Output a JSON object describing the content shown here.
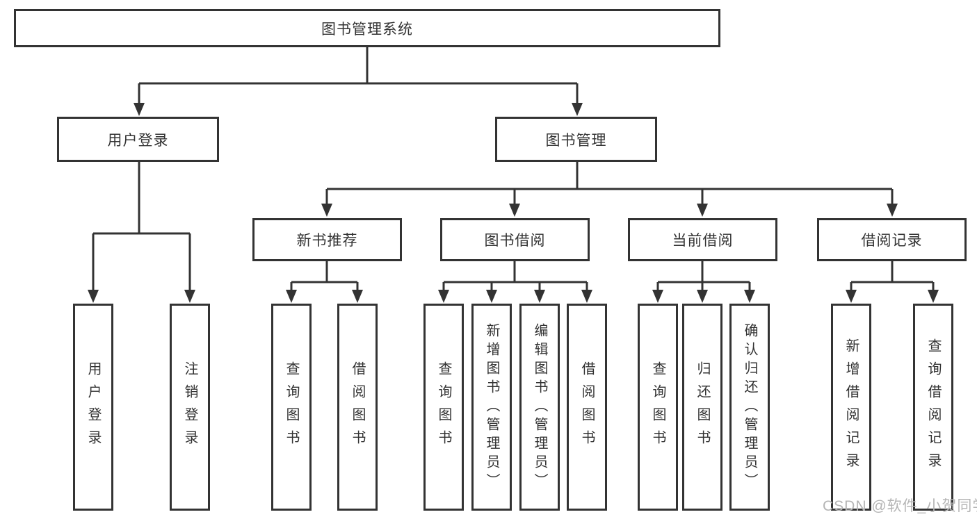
{
  "diagram": {
    "type": "hierarchy-tree",
    "watermark": "CSDN @软件_小贺同学",
    "colors": {
      "line": "#333333",
      "text": "#333333",
      "box_background": "#ffffff",
      "background": "#ffffff",
      "watermark": "#b5b5b5"
    }
  },
  "nodes": {
    "root": {
      "label": "图书管理系统"
    },
    "user_login": {
      "label": "用户登录"
    },
    "book_mgmt": {
      "label": "图书管理"
    },
    "new_book_rec": {
      "label": "新书推荐"
    },
    "book_borrow": {
      "label": "图书借阅"
    },
    "current_borrow": {
      "label": "当前借阅"
    },
    "borrow_records": {
      "label": "借阅记录"
    },
    "leaf_user_login": {
      "label": "用户登录"
    },
    "leaf_logout": {
      "label": "注销登录"
    },
    "query_book_1": {
      "label": "查询图书"
    },
    "borrow_book_1": {
      "label": "借阅图书"
    },
    "query_book_2": {
      "label": "查询图书"
    },
    "add_book": {
      "label": "新增图书（管理员）"
    },
    "edit_book": {
      "label": "编辑图书（管理员）"
    },
    "borrow_book_2": {
      "label": "借阅图书"
    },
    "query_book_3": {
      "label": "查询图书"
    },
    "return_book": {
      "label": "归还图书"
    },
    "confirm_return": {
      "label": "确认归还（管理员）"
    },
    "add_borrow_record": {
      "label": "新增借阅记录"
    },
    "query_borrow_record": {
      "label": "查询借阅记录"
    }
  },
  "edges": [
    [
      "root",
      "user_login"
    ],
    [
      "root",
      "book_mgmt"
    ],
    [
      "user_login",
      "leaf_user_login"
    ],
    [
      "user_login",
      "leaf_logout"
    ],
    [
      "book_mgmt",
      "new_book_rec"
    ],
    [
      "book_mgmt",
      "book_borrow"
    ],
    [
      "book_mgmt",
      "current_borrow"
    ],
    [
      "book_mgmt",
      "borrow_records"
    ],
    [
      "new_book_rec",
      "query_book_1"
    ],
    [
      "new_book_rec",
      "borrow_book_1"
    ],
    [
      "book_borrow",
      "query_book_2"
    ],
    [
      "book_borrow",
      "add_book"
    ],
    [
      "book_borrow",
      "edit_book"
    ],
    [
      "book_borrow",
      "borrow_book_2"
    ],
    [
      "current_borrow",
      "query_book_3"
    ],
    [
      "current_borrow",
      "return_book"
    ],
    [
      "current_borrow",
      "confirm_return"
    ],
    [
      "borrow_records",
      "add_borrow_record"
    ],
    [
      "borrow_records",
      "query_borrow_record"
    ]
  ]
}
